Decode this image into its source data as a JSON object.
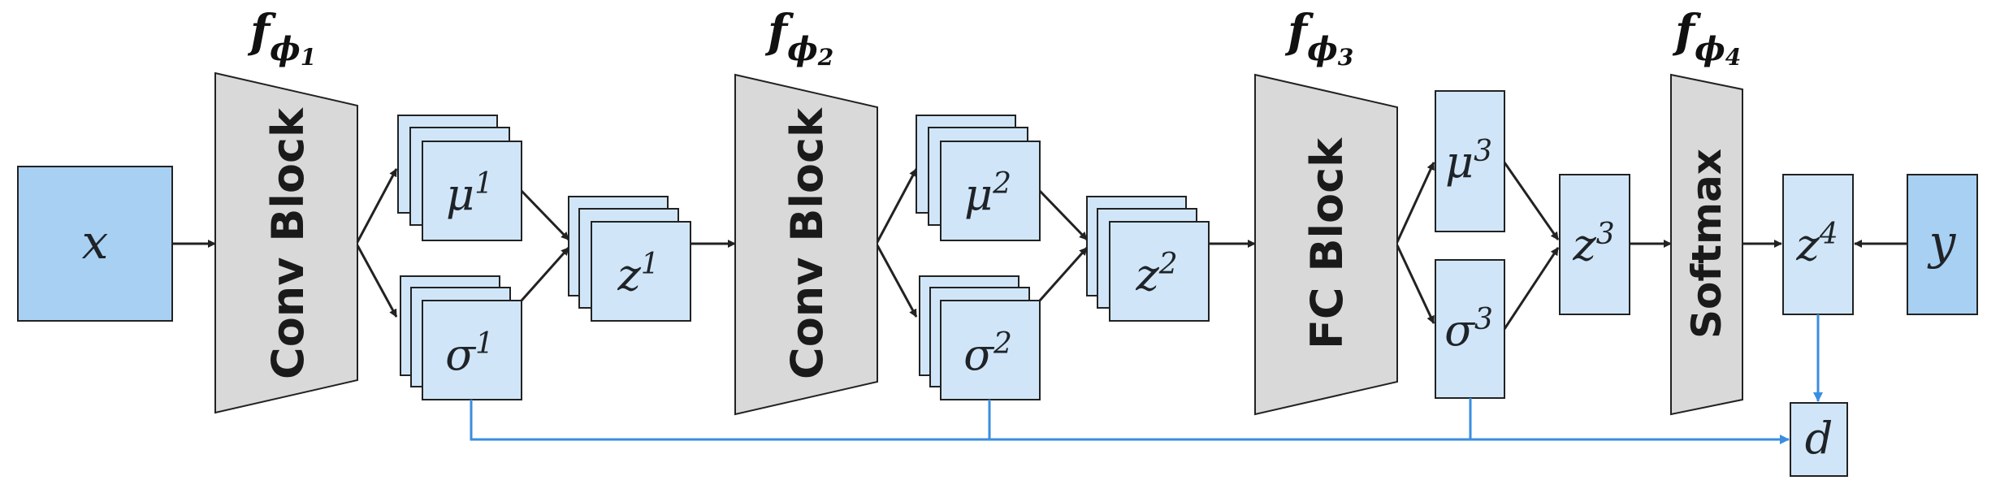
{
  "colors": {
    "block_fill": "#d9d9d9",
    "box_light": "#d0e6f8",
    "box_dark": "#a8d0f2",
    "stroke": "#222222",
    "skip_line": "#3a8ee0"
  },
  "labels": {
    "f": "f",
    "phi": "ϕ",
    "sub1": "1",
    "sub2": "2",
    "sub3": "3",
    "sub4": "4",
    "x": "x",
    "y": "y",
    "d": "d",
    "mu": "μ",
    "sigma": "σ",
    "z": "z",
    "sup1": "1",
    "sup2": "2",
    "sup3": "3",
    "sup4": "4",
    "conv_block": "Conv Block",
    "fc_block": "FC Block",
    "softmax": "Softmax"
  }
}
